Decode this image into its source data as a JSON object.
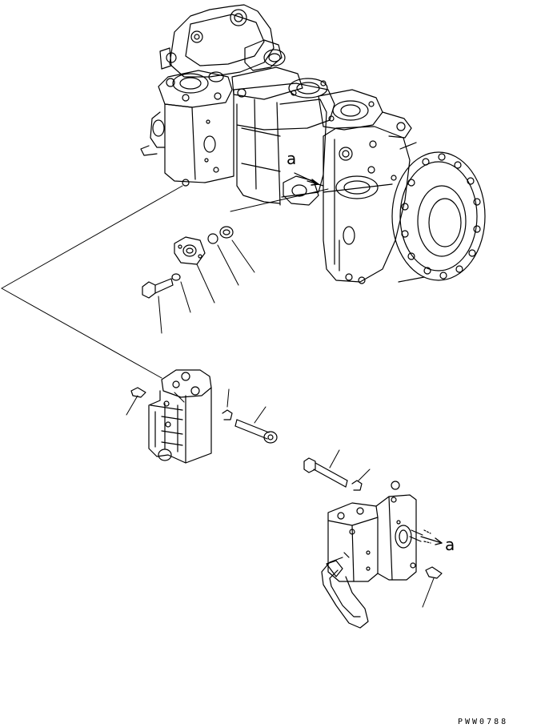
{
  "callout_label_a": "a",
  "callout_label_a2": "a",
  "drawing_code": "PWW0788",
  "line_color": "#000000",
  "background_color": "#ffffff"
}
